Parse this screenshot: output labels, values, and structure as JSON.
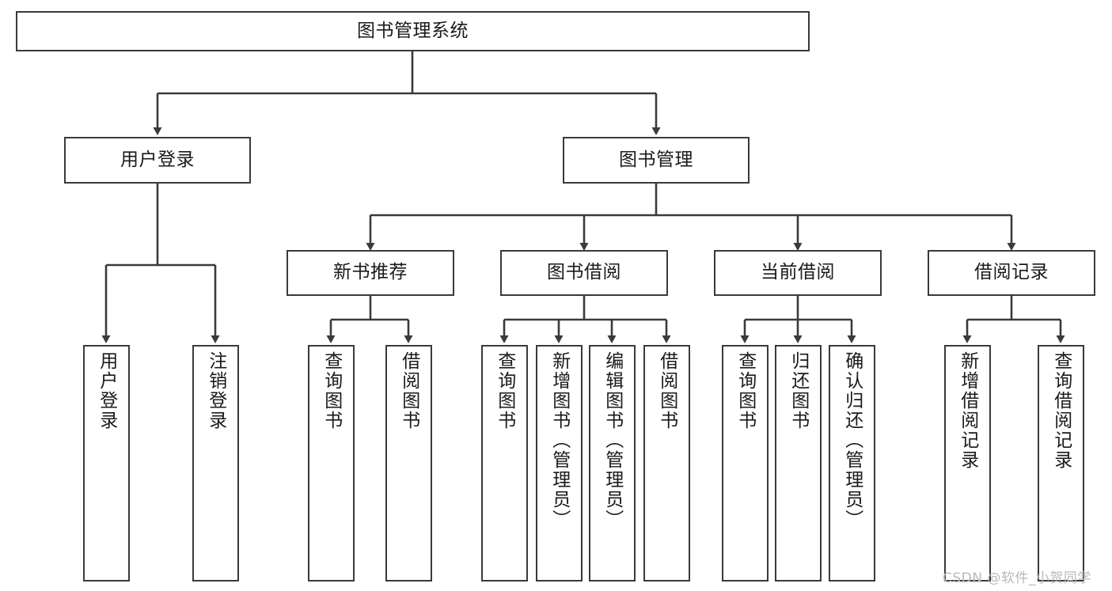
{
  "diagram": {
    "title": "图书管理系统",
    "type": "tree-hierarchy-chart",
    "root": {
      "label": "图书管理系统"
    },
    "level2": [
      {
        "id": "user-login",
        "label": "用户登录"
      },
      {
        "id": "book-management",
        "label": "图书管理"
      }
    ],
    "level3": [
      {
        "id": "new-book-recommend",
        "label": "新书推荐"
      },
      {
        "id": "book-borrow",
        "label": "图书借阅"
      },
      {
        "id": "current-borrow",
        "label": "当前借阅"
      },
      {
        "id": "borrow-record",
        "label": "借阅记录"
      }
    ],
    "leaves": {
      "user_login": [
        {
          "id": "leaf-user-login",
          "label": "用户登录"
        },
        {
          "id": "leaf-logout-login",
          "label": "注销登录"
        }
      ],
      "new_book_recommend": [
        {
          "id": "leaf-query-book-1",
          "label": "查询图书"
        },
        {
          "id": "leaf-borrow-book-1",
          "label": "借阅图书"
        }
      ],
      "book_borrow": [
        {
          "id": "leaf-query-book-2",
          "label": "查询图书"
        },
        {
          "id": "leaf-add-book",
          "label": "新增图书（管理员）"
        },
        {
          "id": "leaf-edit-book",
          "label": "编辑图书（管理员）"
        },
        {
          "id": "leaf-borrow-book-2",
          "label": "借阅图书"
        }
      ],
      "current_borrow": [
        {
          "id": "leaf-query-book-3",
          "label": "查询图书"
        },
        {
          "id": "leaf-return-book",
          "label": "归还图书"
        },
        {
          "id": "leaf-confirm-return",
          "label": "确认归还（管理员）"
        }
      ],
      "borrow_record": [
        {
          "id": "leaf-add-record",
          "label": "新增借阅记录"
        },
        {
          "id": "leaf-query-record",
          "label": "查询借阅记录"
        }
      ]
    },
    "colors": {
      "stroke": "#3a3a3a",
      "box_fill": "#ffffff",
      "text": "#1a1a1a",
      "watermark": "#b9b9b9",
      "background": "#ffffff"
    }
  },
  "watermark": {
    "text": "CSDN @软件_小贺同学"
  }
}
